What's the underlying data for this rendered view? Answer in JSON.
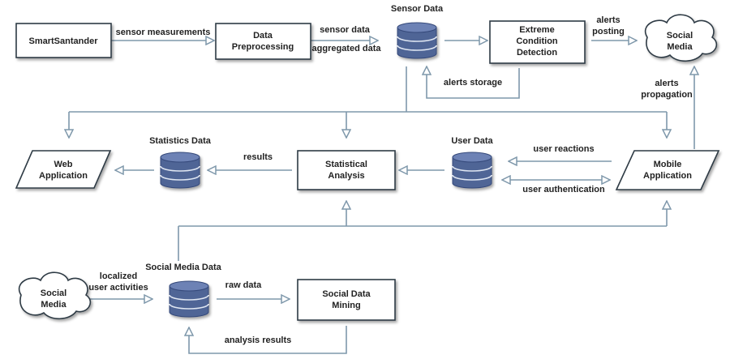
{
  "nodes": {
    "smartsantander": "SmartSantander",
    "preprocessing": [
      "Data",
      "Preprocessing"
    ],
    "extreme": [
      "Extreme",
      "Condition",
      "Detection"
    ],
    "social_media_top": [
      "Social",
      "Media"
    ],
    "web_app": [
      "Web",
      "Application"
    ],
    "statistical_analysis": [
      "Statistical",
      "Analysis"
    ],
    "mobile_app": [
      "Mobile",
      "Application"
    ],
    "social_media_bottom": [
      "Social",
      "Media"
    ],
    "social_mining": [
      "Social Data",
      "Mining"
    ]
  },
  "databases": {
    "sensor": "Sensor Data",
    "statistics": "Statistics Data",
    "user": "User Data",
    "social": "Social Media Data"
  },
  "edges": {
    "sensor_measurements": "sensor measurements",
    "sensor_data": "sensor data",
    "aggregated_data": "aggregated data",
    "alerts_storage": "alerts storage",
    "alerts_posting": [
      "alerts",
      "posting"
    ],
    "alerts_propagation": [
      "alerts",
      "propagation"
    ],
    "results": "results",
    "user_reactions": "user reactions",
    "user_authentication": "user authentication",
    "localized_user_activities": [
      "localized",
      "user activities"
    ],
    "raw_data": "raw data",
    "analysis_results": "analysis results"
  },
  "colors": {
    "box_border": "#2f3a44",
    "arrow": "#7f98ab",
    "db_body": "#4f6596",
    "db_dark": "#34487a"
  }
}
